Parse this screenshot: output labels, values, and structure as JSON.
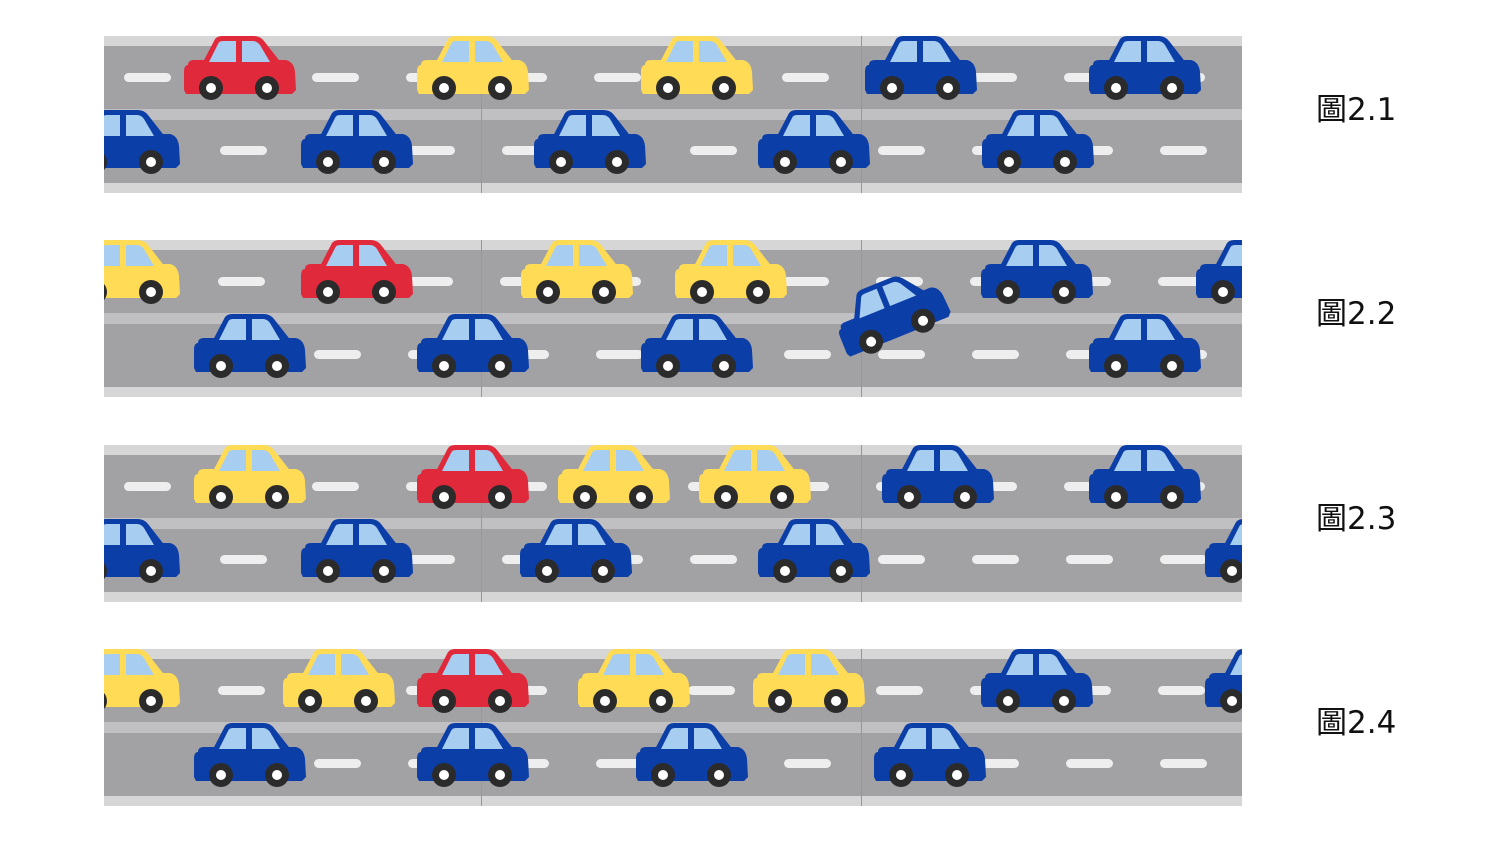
{
  "colors": {
    "asphalt": "#a2a2a5",
    "shoulder": "#d6d6d6",
    "divider": "#c0c0c2",
    "lane_marking": "#eeeeee",
    "window": "#a7cdf1",
    "tire": "#2b2b2b",
    "hub": "#ffffff",
    "car_red": "#e02a3c",
    "car_yellow": "#ffdb56",
    "car_blue": "#0c3ea8"
  },
  "figures": [
    {
      "caption": "圖2.1",
      "cars": [
        {
          "color": "red",
          "lane": "top"
        },
        {
          "color": "yellow",
          "lane": "top"
        },
        {
          "color": "yellow",
          "lane": "top"
        },
        {
          "color": "blue",
          "lane": "top"
        },
        {
          "color": "blue",
          "lane": "top"
        },
        {
          "color": "blue",
          "lane": "bottom"
        },
        {
          "color": "blue",
          "lane": "bottom"
        },
        {
          "color": "blue",
          "lane": "bottom"
        },
        {
          "color": "blue",
          "lane": "bottom"
        },
        {
          "color": "blue",
          "lane": "bottom"
        }
      ]
    },
    {
      "caption": "圖2.2",
      "cars": [
        {
          "color": "yellow",
          "lane": "top"
        },
        {
          "color": "red",
          "lane": "top"
        },
        {
          "color": "yellow",
          "lane": "top"
        },
        {
          "color": "yellow",
          "lane": "top"
        },
        {
          "color": "blue",
          "lane": "changing"
        },
        {
          "color": "blue",
          "lane": "top"
        },
        {
          "color": "blue",
          "lane": "top"
        },
        {
          "color": "blue",
          "lane": "bottom"
        },
        {
          "color": "blue",
          "lane": "bottom"
        },
        {
          "color": "blue",
          "lane": "bottom"
        },
        {
          "color": "blue",
          "lane": "bottom"
        }
      ]
    },
    {
      "caption": "圖2.3",
      "cars": [
        {
          "color": "yellow",
          "lane": "top"
        },
        {
          "color": "red",
          "lane": "top"
        },
        {
          "color": "yellow",
          "lane": "top"
        },
        {
          "color": "yellow",
          "lane": "top"
        },
        {
          "color": "blue",
          "lane": "top"
        },
        {
          "color": "blue",
          "lane": "top"
        },
        {
          "color": "blue",
          "lane": "bottom"
        },
        {
          "color": "blue",
          "lane": "bottom"
        },
        {
          "color": "blue",
          "lane": "bottom"
        },
        {
          "color": "blue",
          "lane": "bottom"
        },
        {
          "color": "blue",
          "lane": "bottom"
        }
      ]
    },
    {
      "caption": "圖2.4",
      "cars": [
        {
          "color": "yellow",
          "lane": "top"
        },
        {
          "color": "yellow",
          "lane": "top"
        },
        {
          "color": "red",
          "lane": "top"
        },
        {
          "color": "yellow",
          "lane": "top"
        },
        {
          "color": "yellow",
          "lane": "top"
        },
        {
          "color": "blue",
          "lane": "top"
        },
        {
          "color": "blue",
          "lane": "top"
        },
        {
          "color": "blue",
          "lane": "bottom"
        },
        {
          "color": "blue",
          "lane": "bottom"
        },
        {
          "color": "blue",
          "lane": "bottom"
        },
        {
          "color": "blue",
          "lane": "bottom"
        }
      ]
    }
  ]
}
